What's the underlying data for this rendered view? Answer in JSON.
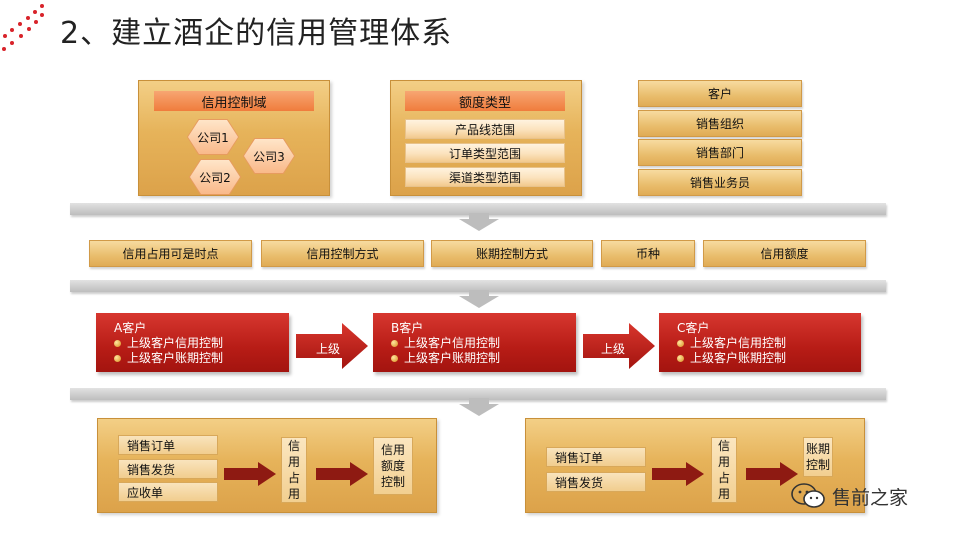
{
  "title": "2、建立酒企的信用管理体系",
  "credit_domain": {
    "header": "信用控制域",
    "companies": [
      "公司1",
      "公司3",
      "公司2"
    ]
  },
  "quota_type": {
    "header": "额度类型",
    "items": [
      "产品线范围",
      "订单类型范围",
      "渠道类型范围"
    ]
  },
  "customer_panel": {
    "items": [
      "客户",
      "销售组织",
      "销售部门",
      "销售业务员"
    ]
  },
  "control_tabs": [
    "信用占用可是时点",
    "信用控制方式",
    "账期控制方式",
    "币种",
    "信用额度"
  ],
  "customers": [
    {
      "name": "A客户",
      "lines": [
        "上级客户信用控制",
        "上级客户账期控制"
      ]
    },
    {
      "name": "B客户",
      "lines": [
        "上级客户信用控制",
        "上级客户账期控制"
      ]
    },
    {
      "name": "C客户",
      "lines": [
        "上级客户信用控制",
        "上级客户账期控制"
      ]
    }
  ],
  "arrow_labels": [
    "上级",
    "上级"
  ],
  "left_flow": {
    "labels": [
      "销售订单",
      "销售发货",
      "应收单"
    ],
    "box1": [
      "信",
      "用",
      "占",
      "用"
    ],
    "box2": [
      "信用",
      "额度",
      "控制"
    ]
  },
  "right_flow": {
    "labels": [
      "销售订单",
      "销售发货"
    ],
    "box1": [
      "信",
      "用",
      "占",
      "用"
    ],
    "box2": [
      "账期",
      "控制"
    ]
  },
  "brand": {
    "text": "售前之家",
    "icon": "wechat-icon"
  },
  "colors": {
    "accent_red": "#b71c16",
    "gold": "#e6b35a",
    "orange": "#f07c3c",
    "dark_red_arrow": "#8e1a12"
  }
}
